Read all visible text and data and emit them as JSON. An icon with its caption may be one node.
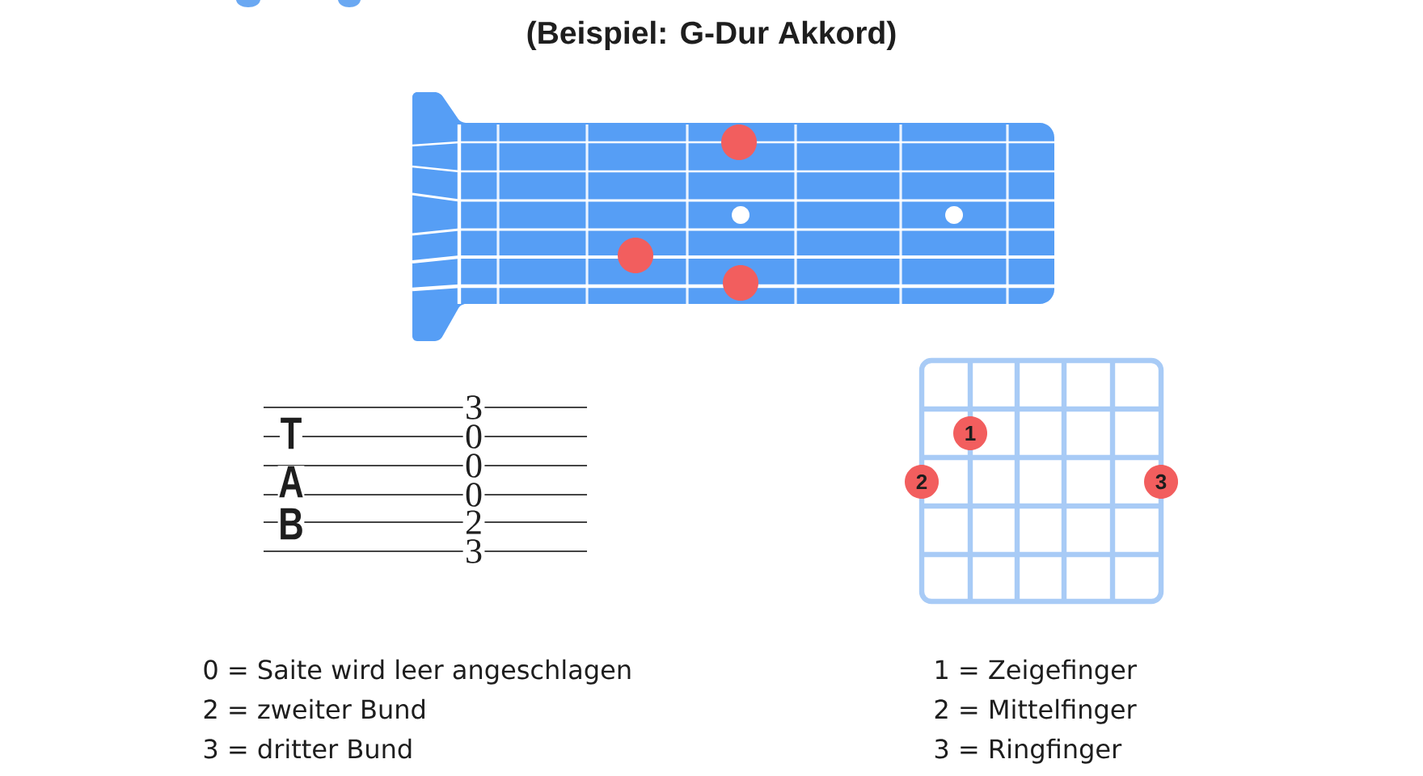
{
  "diagram": {
    "title": "(Beispiel: G-Dur Akkord)",
    "nodes": [
      {
        "text": [],
        "shape": "circle"
      },
      {
        "text": [],
        "shape": "circle"
      },
      {
        "text": [],
        "shape": "circle"
      },
      {
        "text": [
          "1"
        ]
      },
      {
        "text": [
          "2"
        ]
      },
      {
        "text": [
          "3"
        ]
      }
    ],
    "labels": [
      "T",
      "A",
      "B",
      "3",
      "0",
      "0",
      "0",
      "2",
      "3",
      "0 = Saite wird leer angeschlagen",
      "2 = zweiter Bund",
      "3 = dritter Bund",
      "1 = Zeigefinger",
      "2 = Mittelfinger",
      "3 = Ringfinger"
    ]
  }
}
